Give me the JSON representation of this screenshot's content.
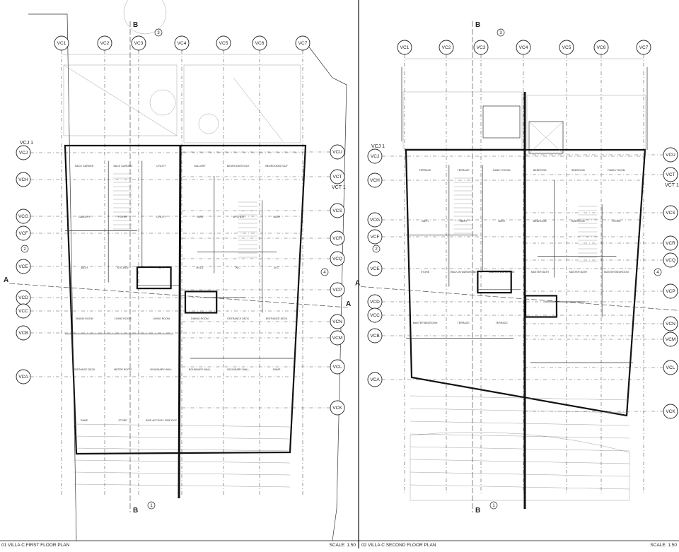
{
  "sheets": [
    {
      "id": "first",
      "title": "01 VILLA C FIRST FLOOR PLAN",
      "scale": "SCALE: 1:50",
      "grid_top": [
        "VC1",
        "VC2",
        "VC3",
        "VC4",
        "VC5",
        "VC6",
        "VC7"
      ],
      "grid_left": [
        "VCJ",
        "VCH",
        "VCG",
        "VCF",
        "VCE",
        "VCD",
        "VCC",
        "VCB",
        "VCA"
      ],
      "grid_right": [
        "VCU",
        "VCT",
        "VCS",
        "VCR",
        "VCQ",
        "VCP",
        "VCN",
        "VCM",
        "VCL",
        "VCK"
      ],
      "plain_labels": [
        "VCJ 1",
        "VCT 1"
      ],
      "section_marks": [
        "A",
        "A",
        "B",
        "B"
      ],
      "circled_marks": [
        "1",
        "2",
        "3",
        "4"
      ],
      "rooms": [
        "BACK GARDEN",
        "BACK GARDEN",
        "UTILITY",
        "GALLERY",
        "BEDROOM/STUDY",
        "BEDROOM/STUDY",
        "GALLERY",
        "FOYER",
        "UTILITY",
        "YARD",
        "KITCHEN",
        "BATH",
        "BATH",
        "KITCHEN",
        "LIFT",
        "HOLD",
        "W.C.",
        "W.C.",
        "DINING ROOM",
        "LIVING ROOM",
        "LIVING ROOM",
        "DINING ROOM",
        "ENTRANCE DECK",
        "ENTRANCE DECK",
        "ENTRANCE DECK",
        "METER ROOM",
        "BOUNDARY WALL",
        "BOUNDARY WALL",
        "BOUNDARY WALL",
        "RAMP",
        "RAMP",
        "STORE",
        "SIDE ACCESS / FIRE EXIT"
      ]
    },
    {
      "id": "second",
      "title": "02 VILLA C SECOND FLOOR PLAN",
      "scale": "SCALE: 1:50",
      "grid_top": [
        "VC1",
        "VC2",
        "VC3",
        "VC4",
        "VC5",
        "VC6",
        "VC7"
      ],
      "grid_left": [
        "VCJ",
        "VCH",
        "VCG",
        "VCF",
        "VCE",
        "VCD",
        "VCC",
        "VCB",
        "VCA"
      ],
      "grid_right": [
        "VCU",
        "VCT",
        "VCS",
        "VCR",
        "VCQ",
        "VCP",
        "VCN",
        "VCM",
        "VCL",
        "VCK"
      ],
      "plain_labels": [
        "VCJ 1",
        "VCT 1"
      ],
      "section_marks": [
        "A",
        "A",
        "B",
        "B"
      ],
      "circled_marks": [
        "1",
        "2",
        "3",
        "4"
      ],
      "rooms": [
        "TERRACE",
        "TERRACE",
        "FAMILY ROOM",
        "BEDROOM",
        "BEDROOM",
        "FAMILY ROOM",
        "BATH",
        "BATH",
        "BATH",
        "BEDROOM",
        "BEDROOM",
        "STORE",
        "STORE",
        "WALK-IN WARDROBE",
        "WALK-IN WARDROBE",
        "MASTER BATH",
        "MASTER BATH",
        "MASTER BEDROOM",
        "MASTER BEDROOM",
        "TERRACE",
        "TERRACE"
      ]
    }
  ]
}
